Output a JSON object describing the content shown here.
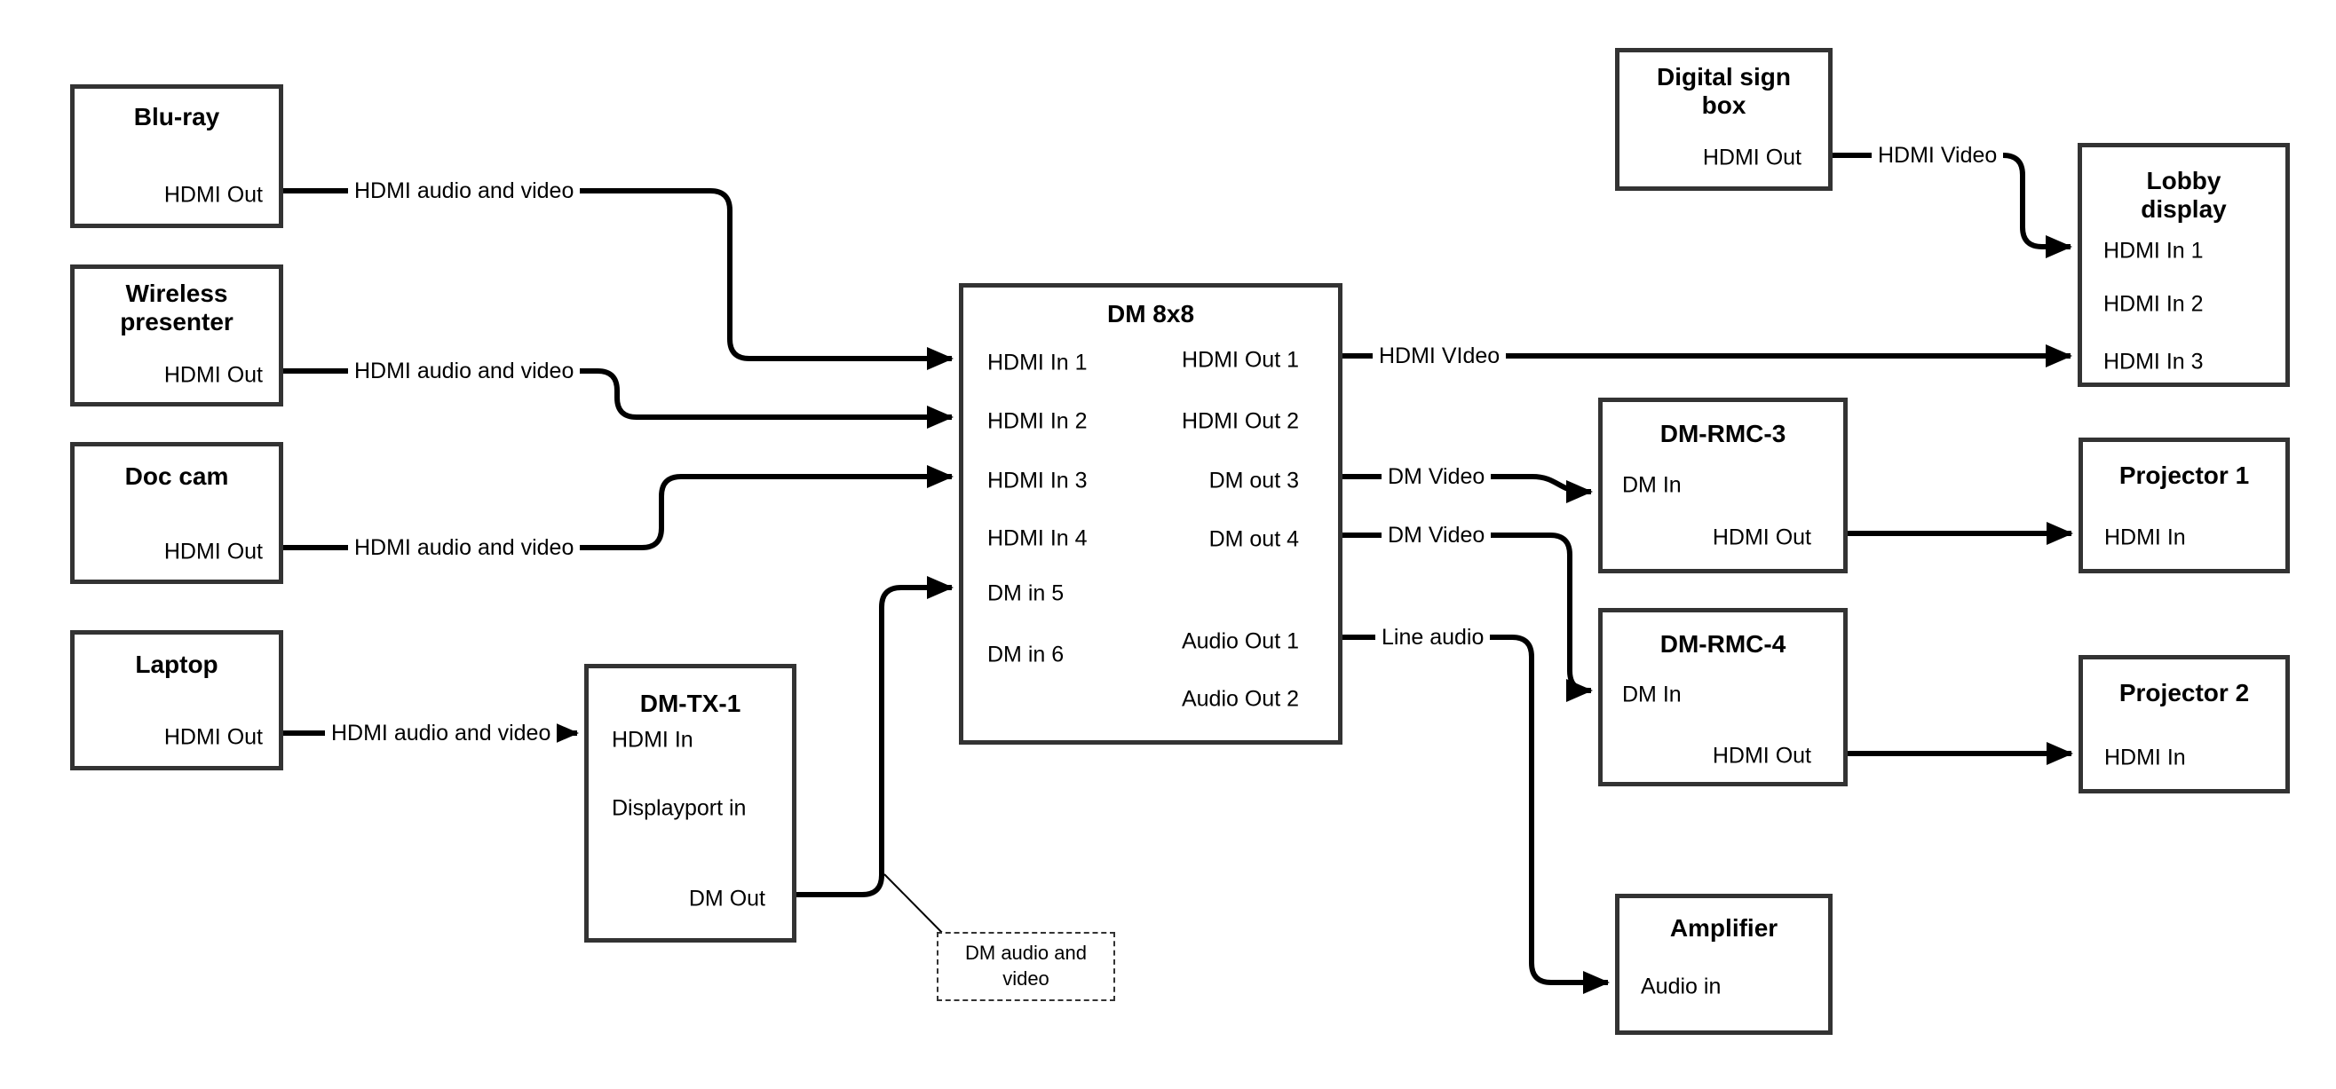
{
  "diagram": {
    "nodes": {
      "bluray": {
        "title": "Blu-ray",
        "ports": [
          {
            "id": "hdmi-out",
            "label": "HDMI Out"
          }
        ]
      },
      "wireless": {
        "title": "Wireless presenter",
        "ports": [
          {
            "id": "hdmi-out",
            "label": "HDMI Out"
          }
        ]
      },
      "doccam": {
        "title": "Doc cam",
        "ports": [
          {
            "id": "hdmi-out",
            "label": "HDMI Out"
          }
        ]
      },
      "laptop": {
        "title": "Laptop",
        "ports": [
          {
            "id": "hdmi-out",
            "label": "HDMI Out"
          }
        ]
      },
      "dmtx1": {
        "title": "DM-TX-1",
        "ports": [
          {
            "id": "hdmi-in",
            "label": "HDMI In"
          },
          {
            "id": "displayport-in",
            "label": "Displayport in"
          },
          {
            "id": "dm-out",
            "label": "DM Out"
          }
        ]
      },
      "dm8x8": {
        "title": "DM 8x8",
        "ports": [
          {
            "id": "hdmi-in-1",
            "label": "HDMI In 1"
          },
          {
            "id": "hdmi-in-2",
            "label": "HDMI In 2"
          },
          {
            "id": "hdmi-in-3",
            "label": "HDMI In 3"
          },
          {
            "id": "hdmi-in-4",
            "label": "HDMI In 4"
          },
          {
            "id": "dm-in-5",
            "label": "DM in 5"
          },
          {
            "id": "dm-in-6",
            "label": "DM in 6"
          },
          {
            "id": "hdmi-out-1",
            "label": "HDMI Out 1"
          },
          {
            "id": "hdmi-out-2",
            "label": "HDMI Out 2"
          },
          {
            "id": "dm-out-3",
            "label": "DM out 3"
          },
          {
            "id": "dm-out-4",
            "label": "DM out 4"
          },
          {
            "id": "audio-out-1",
            "label": "Audio Out 1"
          },
          {
            "id": "audio-out-2",
            "label": "Audio Out 2"
          }
        ]
      },
      "digitalsign": {
        "title": "Digital sign box",
        "ports": [
          {
            "id": "hdmi-out",
            "label": "HDMI Out"
          }
        ]
      },
      "lobby": {
        "title": "Lobby display",
        "ports": [
          {
            "id": "hdmi-in-1",
            "label": "HDMI In 1"
          },
          {
            "id": "hdmi-in-2",
            "label": "HDMI In 2"
          },
          {
            "id": "hdmi-in-3",
            "label": "HDMI In 3"
          }
        ]
      },
      "dmrmc3": {
        "title": "DM-RMC-3",
        "ports": [
          {
            "id": "dm-in",
            "label": "DM In"
          },
          {
            "id": "hdmi-out",
            "label": "HDMI Out"
          }
        ]
      },
      "proj1": {
        "title": "Projector 1",
        "ports": [
          {
            "id": "hdmi-in",
            "label": "HDMI In"
          }
        ]
      },
      "dmrmc4": {
        "title": "DM-RMC-4",
        "ports": [
          {
            "id": "dm-in",
            "label": "DM In"
          },
          {
            "id": "hdmi-out",
            "label": "HDMI Out"
          }
        ]
      },
      "proj2": {
        "title": "Projector 2",
        "ports": [
          {
            "id": "hdmi-in",
            "label": "HDMI In"
          }
        ]
      },
      "amplifier": {
        "title": "Amplifier",
        "ports": [
          {
            "id": "audio-in",
            "label": "Audio in"
          }
        ]
      }
    },
    "connections": [
      {
        "id": "bluray-to-dm8x8",
        "label": "HDMI audio and video",
        "from": "bluray.hdmi-out",
        "to": "dm8x8.hdmi-in-1"
      },
      {
        "id": "wireless-to-dm8x8",
        "label": "HDMI audio and video",
        "from": "wireless.hdmi-out",
        "to": "dm8x8.hdmi-in-2"
      },
      {
        "id": "doccam-to-dm8x8",
        "label": "HDMI audio and video",
        "from": "doccam.hdmi-out",
        "to": "dm8x8.hdmi-in-3"
      },
      {
        "id": "laptop-to-dmtx1",
        "label": "HDMI audio and video",
        "from": "laptop.hdmi-out",
        "to": "dmtx1.hdmi-in"
      },
      {
        "id": "dmtx1-to-dm8x8",
        "label": "",
        "from": "dmtx1.dm-out",
        "to": "dm8x8.dm-in-5"
      },
      {
        "id": "dm8x8-to-lobby",
        "label": "HDMI VIdeo",
        "from": "dm8x8.hdmi-out-1",
        "to": "lobby.hdmi-in-3"
      },
      {
        "id": "digitalsign-to-lobby",
        "label": "HDMI Video",
        "from": "digitalsign.hdmi-out",
        "to": "lobby.hdmi-in-1"
      },
      {
        "id": "dm8x8-to-dmrmc3",
        "label": "DM Video",
        "from": "dm8x8.dm-out-3",
        "to": "dmrmc3.dm-in"
      },
      {
        "id": "dm8x8-to-dmrmc4",
        "label": "DM Video",
        "from": "dm8x8.dm-out-4",
        "to": "dmrmc4.dm-in"
      },
      {
        "id": "dm8x8-to-amplifier",
        "label": "Line audio",
        "from": "dm8x8.audio-out-1",
        "to": "amplifier.audio-in"
      },
      {
        "id": "dmrmc3-to-proj1",
        "label": "",
        "from": "dmrmc3.hdmi-out",
        "to": "proj1.hdmi-in"
      },
      {
        "id": "dmrmc4-to-proj2",
        "label": "",
        "from": "dmrmc4.hdmi-out",
        "to": "proj2.hdmi-in"
      }
    ],
    "note": {
      "text": "DM audio and video",
      "attached_to": "dmtx1-to-dm8x8"
    },
    "colors": {
      "background": "#ffffff",
      "box_border": "#333333",
      "line": "#000000",
      "text": "#000000"
    }
  }
}
